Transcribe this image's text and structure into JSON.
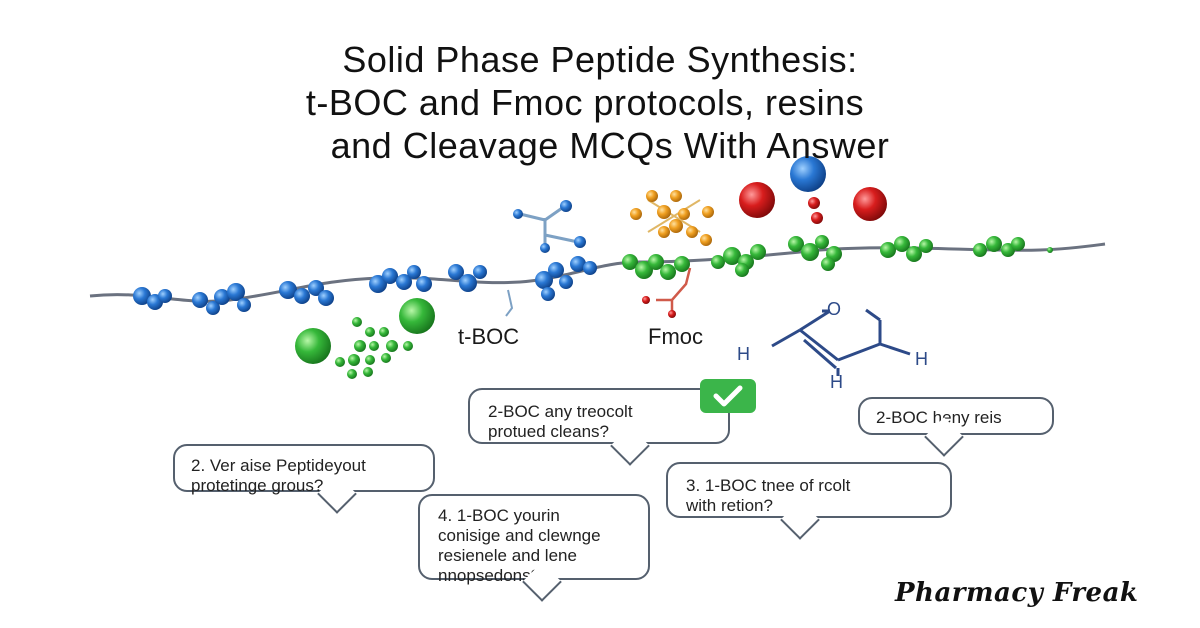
{
  "title": {
    "line1": "Solid Phase Peptide Synthesis:",
    "line2": "t-BOC and Fmoc protocols,  resins",
    "line3": "and Cleavage MCQs With Answer"
  },
  "labels": {
    "tboc": "t-BOC",
    "fmoc": "Fmoc"
  },
  "molecule": {
    "atom_o": "O",
    "atom_h_left": "H",
    "atom_h_right": "H",
    "atom_h_bottom": "H"
  },
  "bubbles": {
    "b1": [
      "2. Ver aise Peptideyout",
      "protetinge grous?"
    ],
    "b2": [
      "2-BOC any treocolt",
      "protued cleans?"
    ],
    "b3": [
      "4. 1-BOC yourin",
      "conisige and clewnge",
      "resienele and lene",
      "nnopsedons?"
    ],
    "b4": [
      "2-BOC heny reis"
    ],
    "b5": [
      "3. 1-BOC tnee of rcolt",
      "with retion?"
    ]
  },
  "icons": {
    "check": "check-icon"
  },
  "brand": "Pharmacy Freak",
  "colors": {
    "blue_bead": "#2a78d4",
    "green_bead": "#36b83a",
    "red_bead": "#d81d1d",
    "orange_bead": "#f0a021",
    "check_green": "#3bb54a",
    "chain": "#6b7280"
  }
}
